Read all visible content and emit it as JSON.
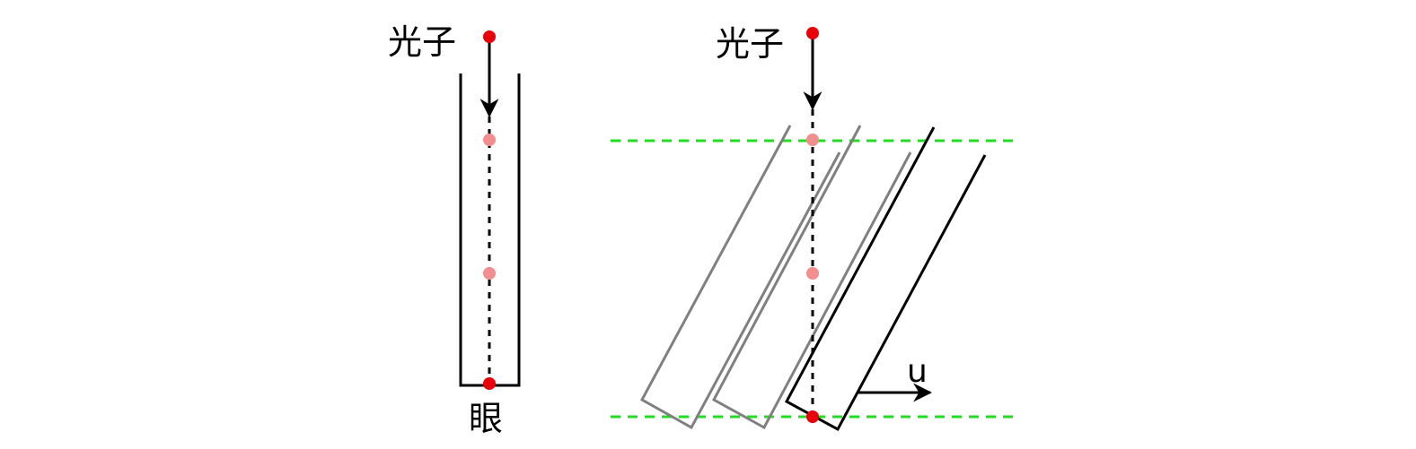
{
  "labels": {
    "photon": "光子",
    "eye": "眼",
    "velocity": "u"
  },
  "colors": {
    "photon_start": "#e8000b",
    "photon_trace": "#f28e8e",
    "green_guides": "#22dd22",
    "tube_current": "#000000",
    "tube_past": "#808080"
  },
  "icons": {
    "photon": "red-dot",
    "motion": "right-arrow"
  }
}
